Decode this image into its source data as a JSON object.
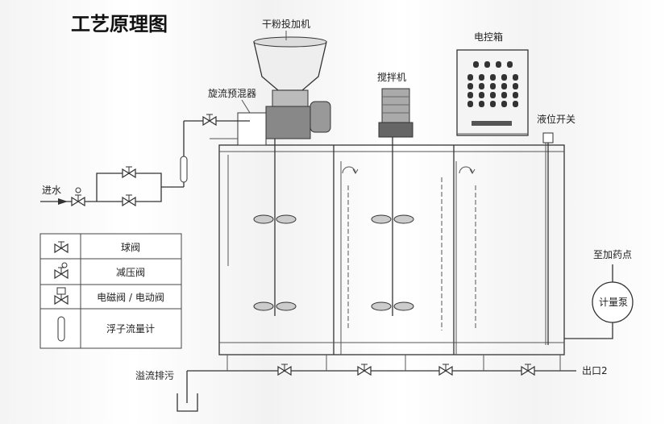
{
  "title": "工艺原理图",
  "labels": {
    "dry_powder_feeder": "干粉投加机",
    "control_box": "电控箱",
    "mixer": "搅拌机",
    "cyclone_premixer": "旋流预混器",
    "level_switch": "液位开关",
    "water_inlet": "进水",
    "to_dosing_point": "至加药点",
    "metering_pump": "计量泵",
    "overflow_drain": "溢流排污",
    "outlet2": "出口2"
  },
  "legend": [
    {
      "icon": "ball-valve-icon",
      "label": "球阀"
    },
    {
      "icon": "pressure-reducing-valve-icon",
      "label": "减压阀"
    },
    {
      "icon": "solenoid-valve-icon",
      "label": "电磁阀 / 电动阀"
    },
    {
      "icon": "float-flowmeter-icon",
      "label": "浮子流量计"
    }
  ]
}
